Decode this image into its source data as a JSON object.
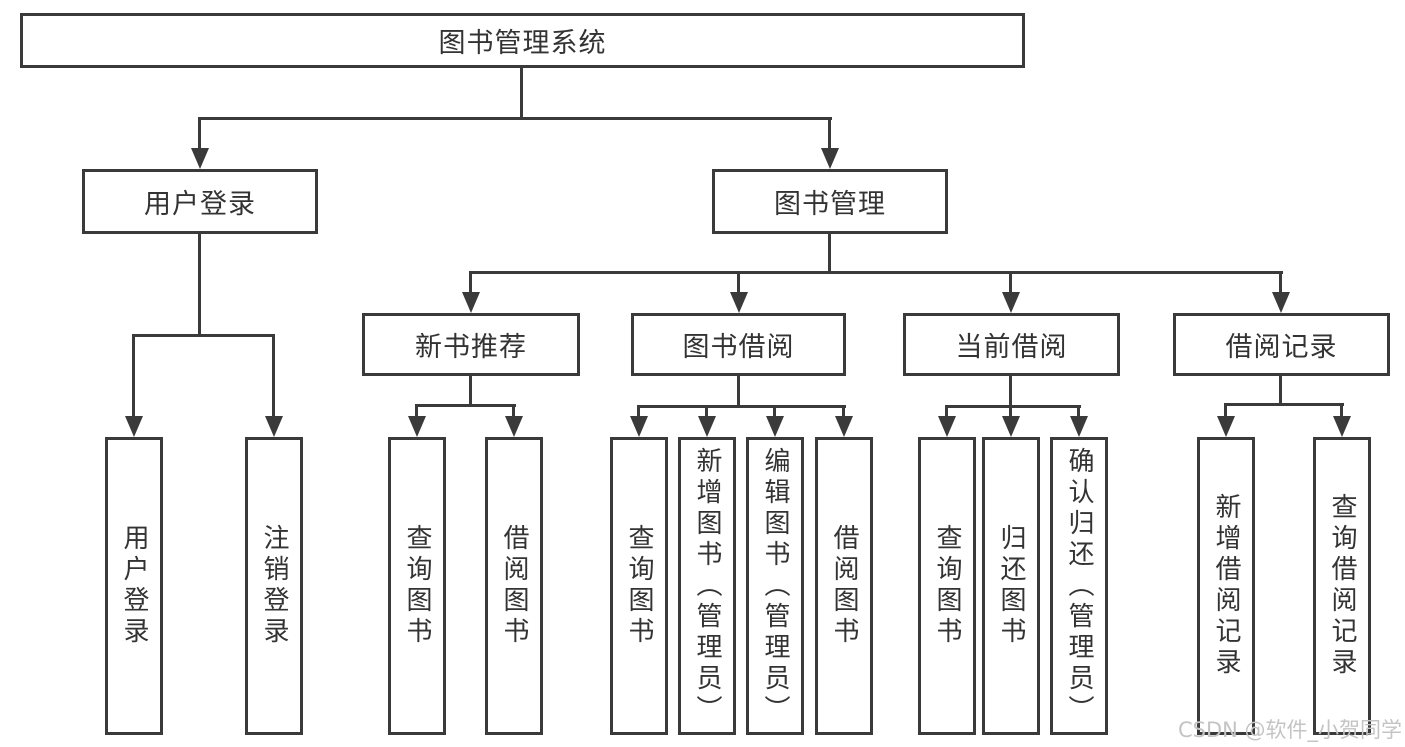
{
  "watermark": "CSDN @软件_小贺同学",
  "colors": {
    "line": "#3a3a3a",
    "text": "#333333",
    "background": "#ffffff",
    "watermark": "#c4c4c4"
  },
  "tree": {
    "root": {
      "label": "图书管理系统"
    },
    "branches": [
      {
        "label": "用户登录",
        "children": [
          {
            "label": "用户登录"
          },
          {
            "label": "注销登录"
          }
        ]
      },
      {
        "label": "图书管理",
        "children": [
          {
            "label": "新书推荐",
            "children": [
              {
                "label": "查询图书"
              },
              {
                "label": "借阅图书"
              }
            ]
          },
          {
            "label": "图书借阅",
            "children": [
              {
                "label": "查询图书"
              },
              {
                "label": "新增图书（管理员）"
              },
              {
                "label": "编辑图书（管理员）"
              },
              {
                "label": "借阅图书"
              }
            ]
          },
          {
            "label": "当前借阅",
            "children": [
              {
                "label": "查询图书"
              },
              {
                "label": "归还图书"
              },
              {
                "label": "确认归还（管理员）"
              }
            ]
          },
          {
            "label": "借阅记录",
            "children": [
              {
                "label": "新增借阅记录"
              },
              {
                "label": "查询借阅记录"
              }
            ]
          }
        ]
      }
    ]
  }
}
